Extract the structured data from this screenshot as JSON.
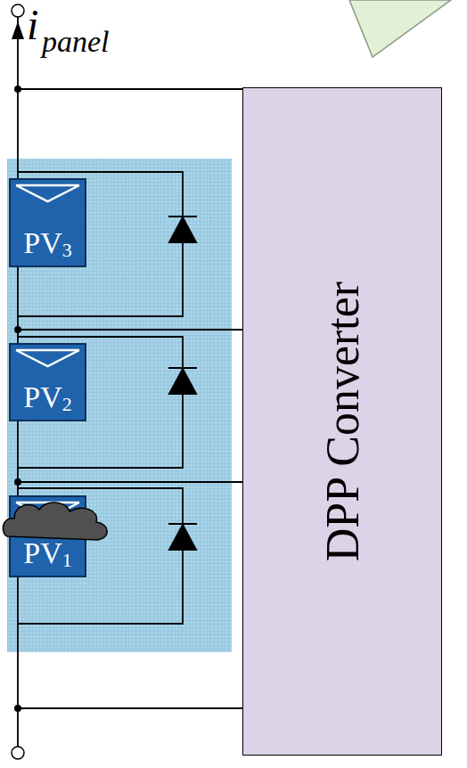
{
  "diagram": {
    "nodes": [
      {
        "text": [
          "PV",
          "3"
        ]
      },
      {
        "text": [
          "PV",
          "2"
        ]
      },
      {
        "text": [
          "PV",
          "1"
        ]
      },
      {
        "text": [
          "DPP Converter"
        ]
      }
    ],
    "labels": [
      "i",
      "panel"
    ]
  }
}
